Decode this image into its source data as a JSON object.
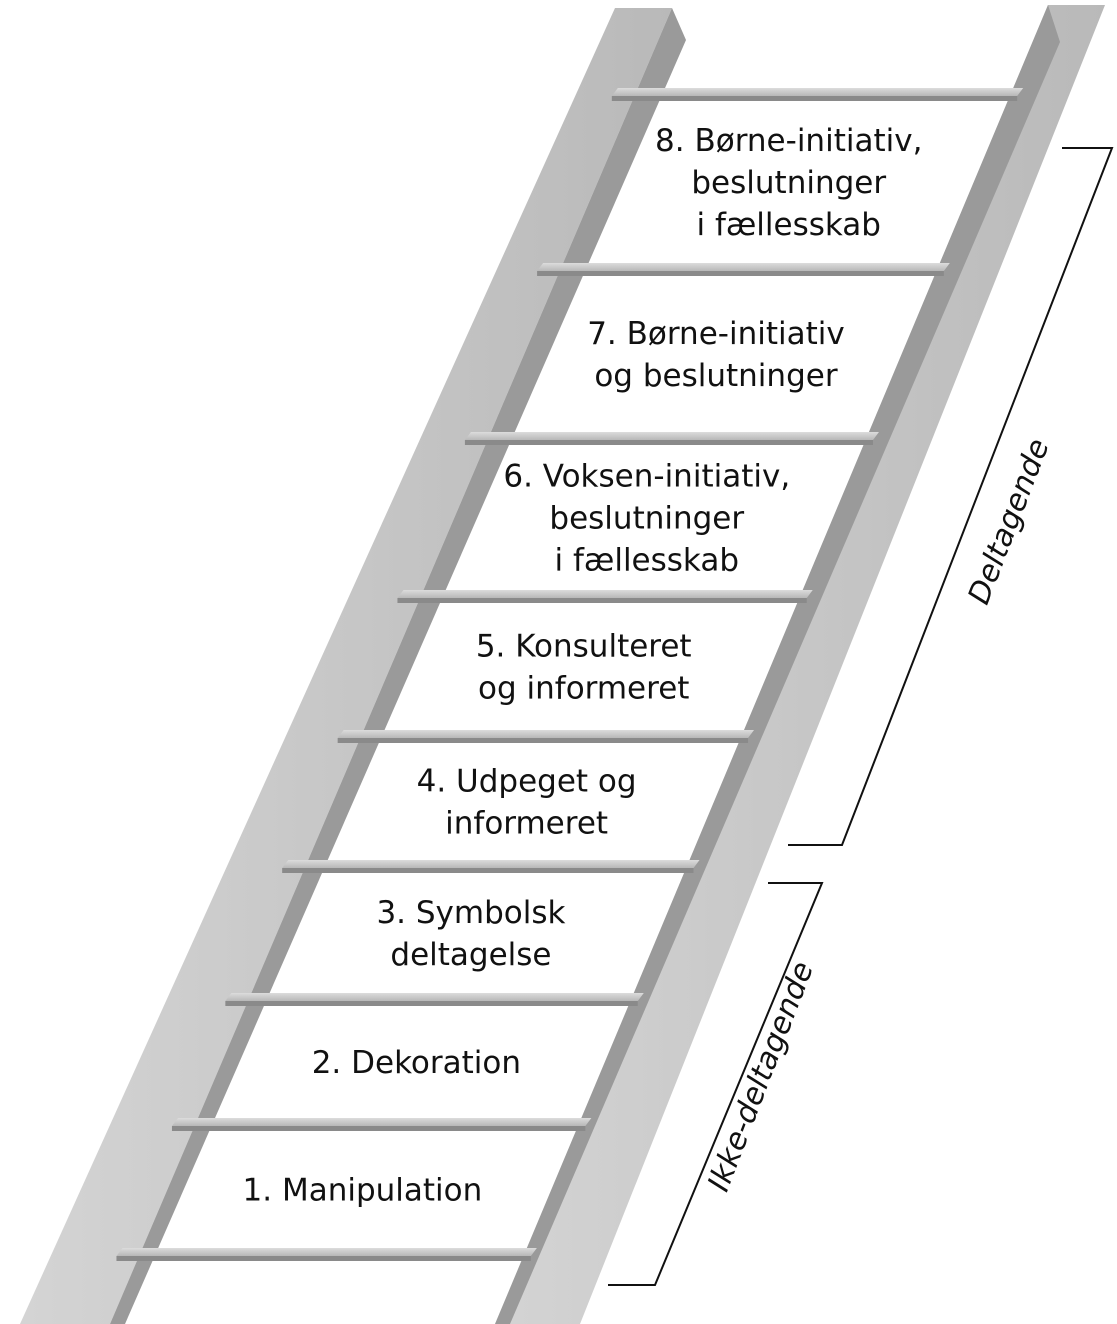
{
  "ladder": {
    "rungs": [
      {
        "number": "8",
        "lines": [
          "8. Børne-initiativ,",
          "beslutninger",
          "i fællesskab"
        ]
      },
      {
        "number": "7",
        "lines": [
          "7. Børne-initiativ",
          "og beslutninger"
        ]
      },
      {
        "number": "6",
        "lines": [
          "6. Voksen-initiativ,",
          "beslutninger",
          "i fællesskab"
        ]
      },
      {
        "number": "5",
        "lines": [
          "5. Konsulteret",
          "og informeret"
        ]
      },
      {
        "number": "4",
        "lines": [
          "4. Udpeget og",
          "informeret"
        ]
      },
      {
        "number": "3",
        "lines": [
          "3. Symbolsk",
          "deltagelse"
        ]
      },
      {
        "number": "2",
        "lines": [
          "2. Dekoration"
        ]
      },
      {
        "number": "1",
        "lines": [
          "1. Manipulation"
        ]
      }
    ]
  },
  "groups": {
    "participating": {
      "label": "Deltagende",
      "levels": [
        "4",
        "5",
        "6",
        "7",
        "8"
      ]
    },
    "non_participating": {
      "label": "Ikke-deltagende",
      "levels": [
        "1",
        "2",
        "3"
      ]
    }
  },
  "colors": {
    "rail_front": "#c8c8c8",
    "rail_side": "#9a9a9a",
    "rung_top": "#d9d9d9",
    "rung_front": "#8a8a8a",
    "text": "#111111"
  }
}
